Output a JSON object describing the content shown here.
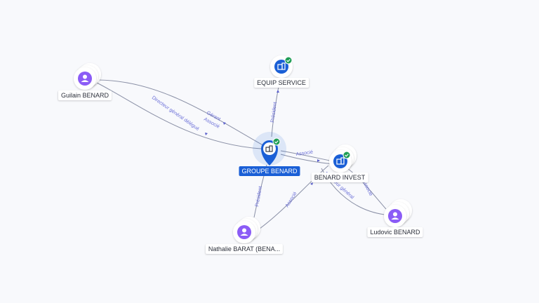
{
  "colors": {
    "person": "#8b5cf6",
    "company": "#1a5fd6",
    "selected": "#1a5fd6",
    "verified": "#1f9d55",
    "edge": "#8a90a6",
    "edge_label": "#6b6fd8"
  },
  "nodes": {
    "guilain": {
      "label": "Guilain BENARD",
      "type": "person",
      "icon": "person-icon"
    },
    "equip": {
      "label": "EQUIP SERVICE",
      "type": "company",
      "icon": "building-icon",
      "verified": true
    },
    "groupe": {
      "label": "GROUPE BENARD",
      "type": "company",
      "icon": "building-icon",
      "verified": true,
      "selected": true
    },
    "benard_invest": {
      "label": "BENARD INVEST",
      "type": "company",
      "icon": "building-icon",
      "verified": true
    },
    "nathalie": {
      "label": "Nathalie BARAT (BENA...",
      "type": "person",
      "icon": "person-icon"
    },
    "ludovic": {
      "label": "Ludovic BENARD",
      "type": "person",
      "icon": "person-icon"
    }
  },
  "edges": {
    "guilain_groupe_1": {
      "from": "Guilain BENARD",
      "to": "GROUPE BENARD",
      "labels": [
        "Gérant",
        "Associé"
      ]
    },
    "guilain_groupe_2": {
      "from": "Guilain BENARD",
      "to": "GROUPE BENARD",
      "labels": [
        "Directeur général délégué"
      ]
    },
    "groupe_equip": {
      "from": "GROUPE BENARD",
      "to": "EQUIP SERVICE",
      "labels": [
        "Président"
      ]
    },
    "groupe_invest": {
      "from": "GROUPE BENARD",
      "to": "BENARD INVEST",
      "labels": [
        "Associé"
      ]
    },
    "nathalie_groupe": {
      "from": "Nathalie BARAT (BENA...",
      "to": "GROUPE BENARD",
      "labels": [
        "Président"
      ]
    },
    "nathalie_invest": {
      "from": "Nathalie BARAT (BENA...",
      "to": "BENARD INVEST",
      "labels": [
        "Associé"
      ]
    },
    "ludovic_invest_1": {
      "from": "Ludovic BENARD",
      "to": "BENARD INVEST",
      "labels": [
        "Associé"
      ]
    },
    "ludovic_invest_2": {
      "from": "Ludovic BENARD",
      "to": "BENARD INVEST",
      "labels": [
        "Directeur général"
      ]
    }
  }
}
